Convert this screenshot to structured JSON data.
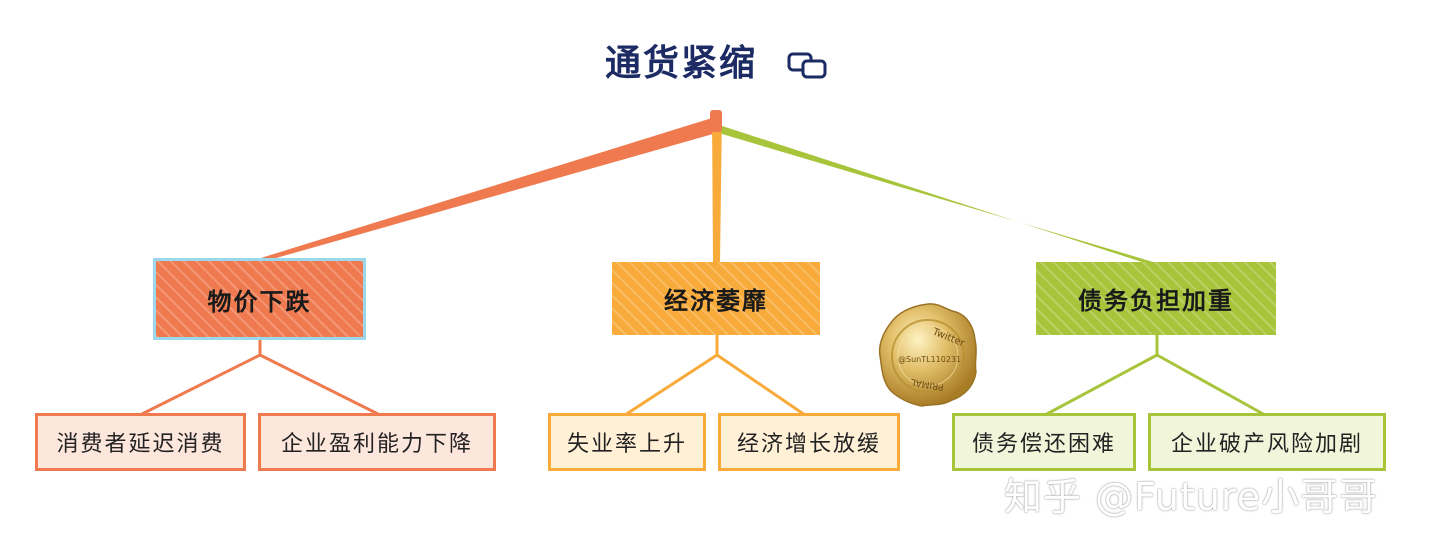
{
  "title": "通货紧缩",
  "icons": {
    "title_icon": "copy-icon",
    "seal": "wax-seal"
  },
  "seal_text": [
    "Twitter",
    "@SunTL110231",
    "PRIMAL"
  ],
  "colors": {
    "title": "#1c2b63",
    "orange": "#f07a4f",
    "amber": "#f8ab3a",
    "green": "#a8c43a",
    "selected_border": "#9ad8ee",
    "watermark": "#ffffff"
  },
  "branches": [
    {
      "label": "物价下跌",
      "children": [
        "消费者延迟消费",
        "企业盈利能力下降"
      ]
    },
    {
      "label": "经济萎靡",
      "children": [
        "失业率上升",
        "经济增长放缓"
      ]
    },
    {
      "label": "债务负担加重",
      "children": [
        "债务偿还困难",
        "企业破产风险加剧"
      ]
    }
  ],
  "watermark": "知乎 @Future小哥哥"
}
